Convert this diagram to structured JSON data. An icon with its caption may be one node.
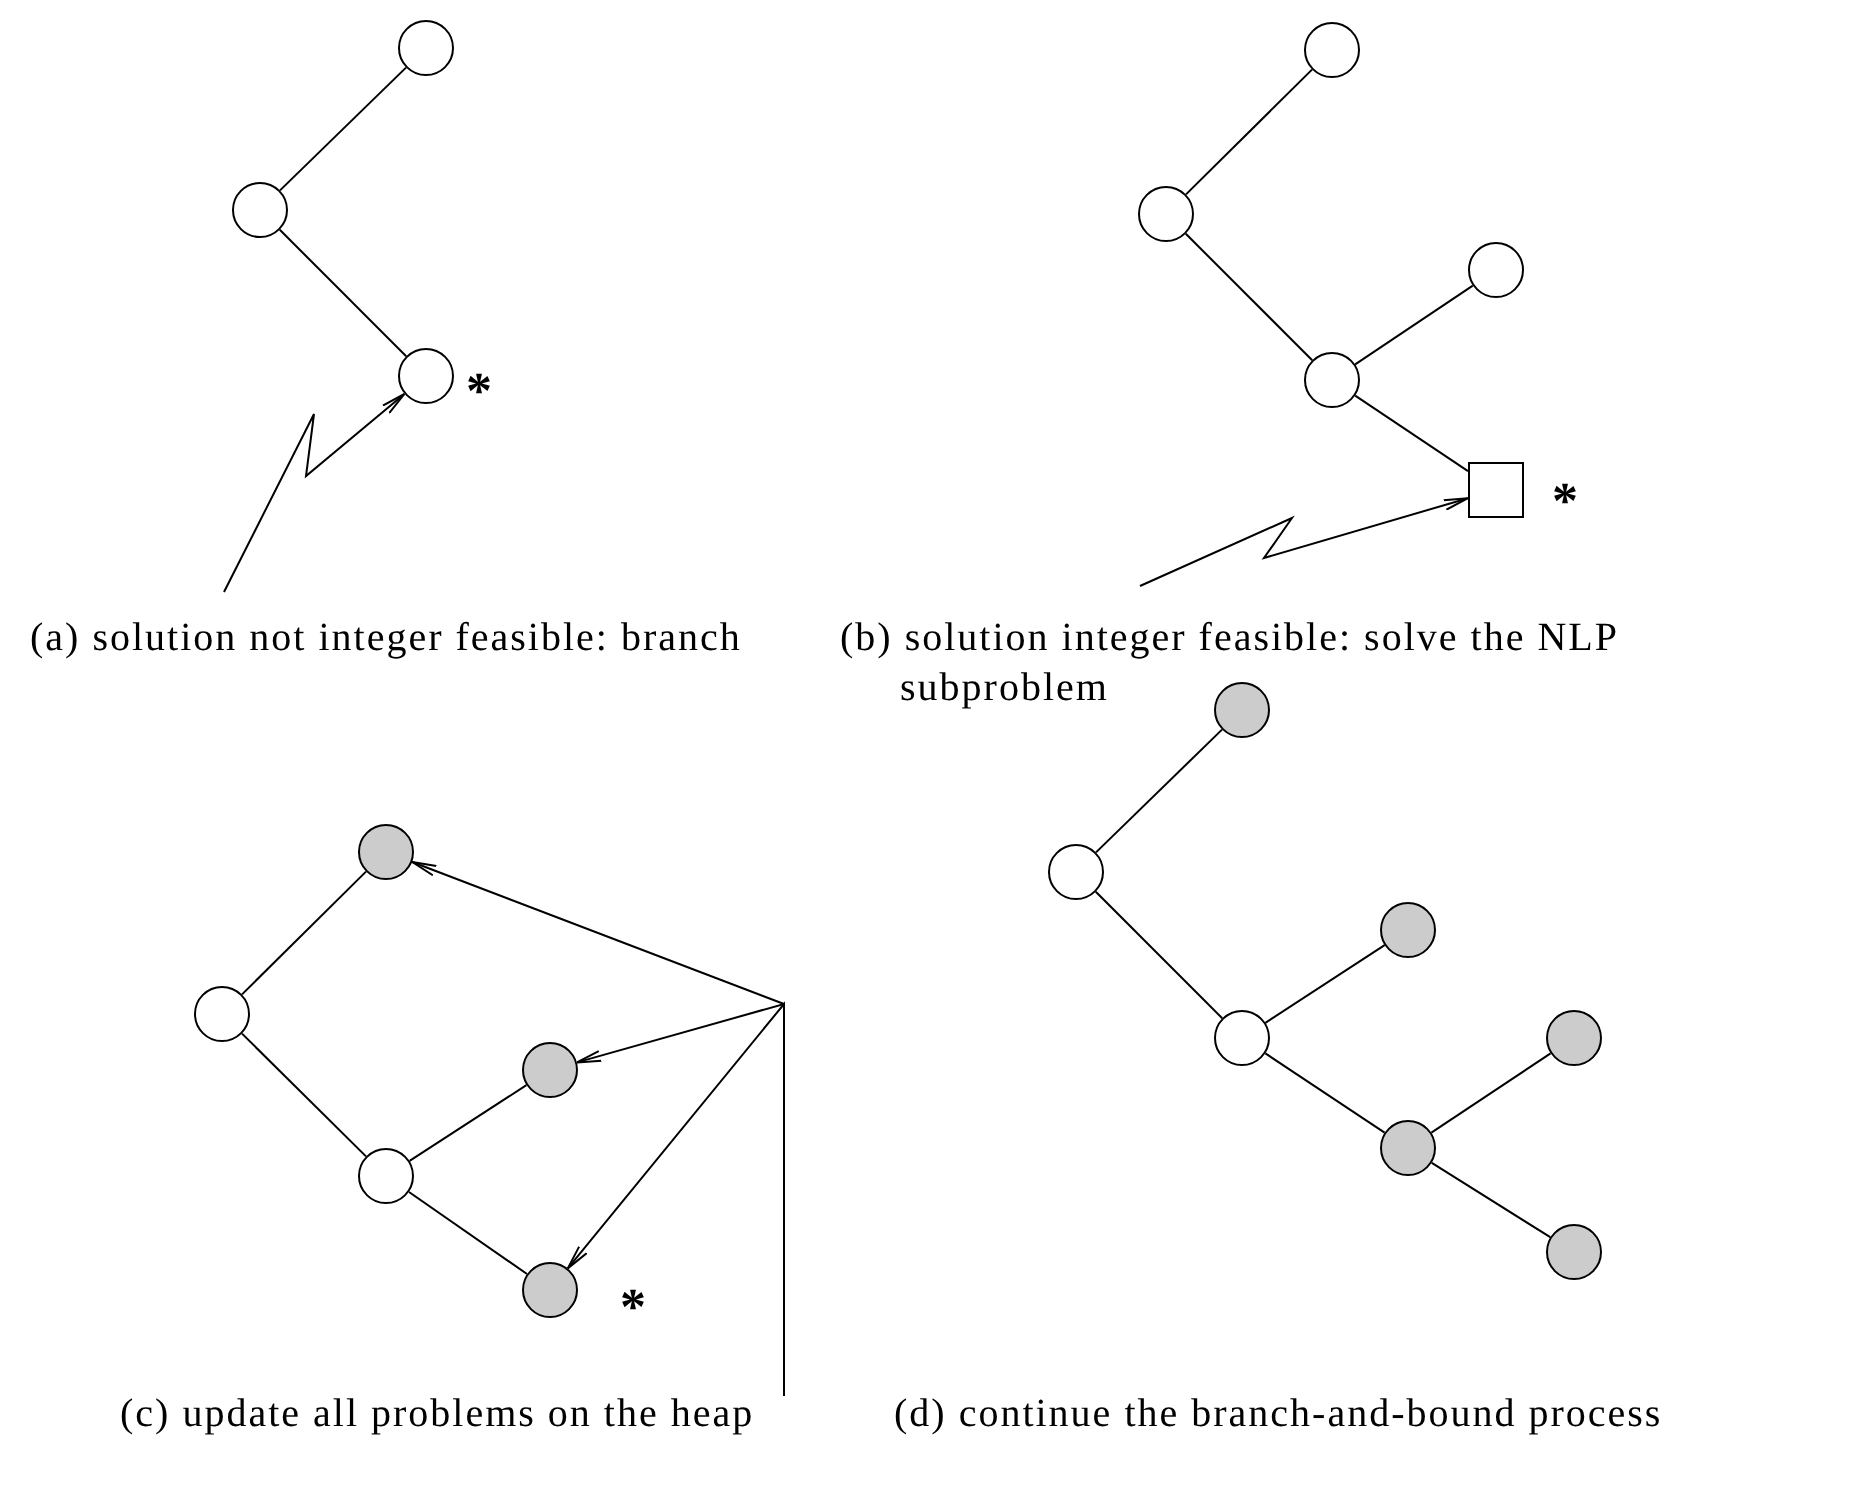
{
  "diagram": {
    "nodes": [
      {
        "text": [],
        "shape": "circle"
      },
      {
        "text": [],
        "shape": "circle"
      },
      {
        "text": [],
        "shape": "circle"
      },
      {
        "text": [],
        "shape": "circle"
      },
      {
        "text": [],
        "shape": "circle"
      },
      {
        "text": [],
        "shape": "circle"
      },
      {
        "text": [],
        "shape": "circle"
      },
      {
        "text": [],
        "shape": "box"
      },
      {
        "text": [],
        "shape": "circle"
      },
      {
        "text": [],
        "shape": "circle"
      },
      {
        "text": [],
        "shape": "circle"
      },
      {
        "text": [],
        "shape": "circle"
      },
      {
        "text": [],
        "shape": "circle"
      },
      {
        "text": [],
        "shape": "circle"
      },
      {
        "text": [],
        "shape": "circle"
      },
      {
        "text": [],
        "shape": "circle"
      },
      {
        "text": [],
        "shape": "circle"
      },
      {
        "text": [],
        "shape": "circle"
      },
      {
        "text": [],
        "shape": "circle"
      },
      {
        "text": [],
        "shape": "circle"
      }
    ],
    "edges": [
      {
        "from": 1,
        "to": 0,
        "arrow": "none"
      },
      {
        "from": 1,
        "to": 2,
        "arrow": "none"
      },
      {
        "from": null,
        "to": 2,
        "arrow": "to"
      },
      {
        "from": 4,
        "to": 3,
        "arrow": "none"
      },
      {
        "from": 4,
        "to": 6,
        "arrow": "none"
      },
      {
        "from": 6,
        "to": 5,
        "arrow": "none"
      },
      {
        "from": 6,
        "to": 7,
        "arrow": "none"
      },
      {
        "from": null,
        "to": 7,
        "arrow": "to"
      },
      {
        "from": 9,
        "to": 8,
        "arrow": "none"
      },
      {
        "from": 9,
        "to": 11,
        "arrow": "none"
      },
      {
        "from": 11,
        "to": 10,
        "arrow": "none"
      },
      {
        "from": 11,
        "to": 12,
        "arrow": "none"
      },
      {
        "from": null,
        "to": 8,
        "arrow": "to"
      },
      {
        "from": null,
        "to": 10,
        "arrow": "to"
      },
      {
        "from": null,
        "to": 12,
        "arrow": "to"
      },
      {
        "from": 14,
        "to": 13,
        "arrow": "none"
      },
      {
        "from": 14,
        "to": 16,
        "arrow": "none"
      },
      {
        "from": 16,
        "to": 15,
        "arrow": "none"
      },
      {
        "from": 16,
        "to": 18,
        "arrow": "none"
      },
      {
        "from": 18,
        "to": 17,
        "arrow": "none"
      },
      {
        "from": 18,
        "to": 19,
        "arrow": "none"
      }
    ],
    "labels": [
      "*",
      "*",
      "*",
      "(a) solution not integer feasible: branch",
      "(b) solution integer feasible: solve the NLP subproblem",
      "(c) update all problems on the heap",
      "(d) continue the branch-and-bound process"
    ]
  }
}
